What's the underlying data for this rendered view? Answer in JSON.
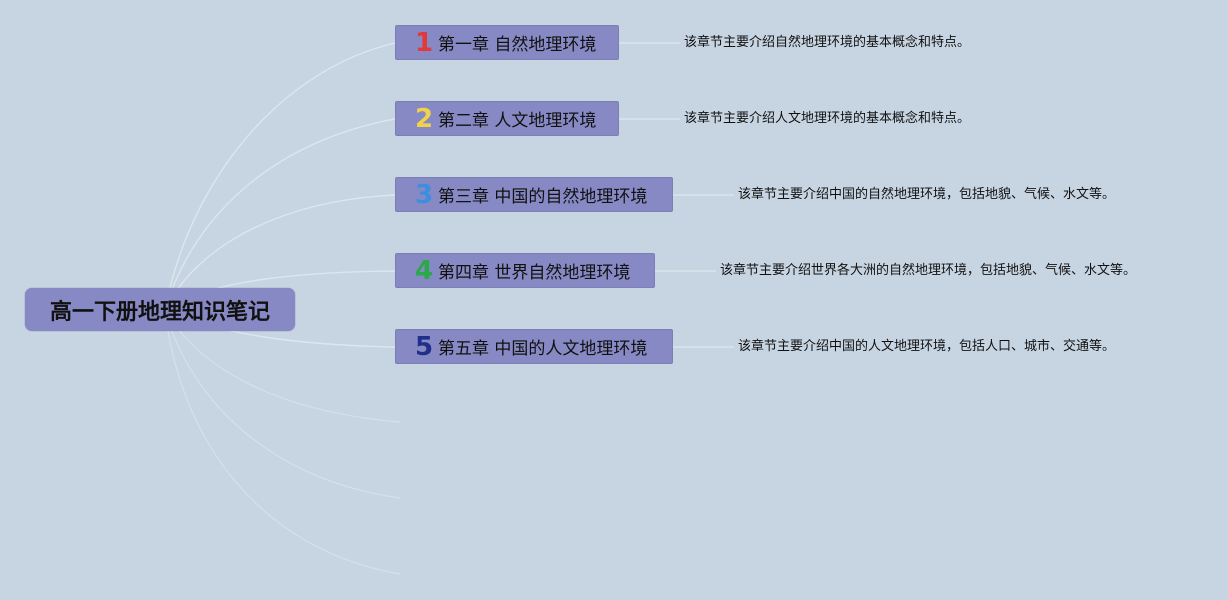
{
  "root": {
    "label": "高一下册地理知识笔记"
  },
  "chapters": [
    {
      "number": "1",
      "label": "第一章 自然地理环境",
      "description": "该章节主要介绍自然地理环境的基本概念和特点。",
      "number_color": "#e03a3a"
    },
    {
      "number": "2",
      "label": "第二章 人文地理环境",
      "description": "该章节主要介绍人文地理环境的基本概念和特点。",
      "number_color": "#f2d24a"
    },
    {
      "number": "3",
      "label": "第三章 中国的自然地理环境",
      "description": "该章节主要介绍中国的自然地理环境，包括地貌、气候、水文等。",
      "number_color": "#3b8fe0"
    },
    {
      "number": "4",
      "label": "第四章 世界自然地理环境",
      "description": "该章节主要介绍世界各大洲的自然地理环境，包括地貌、气候、水文等。",
      "number_color": "#2aa84a"
    },
    {
      "number": "5",
      "label": "第五章 中国的人文地理环境",
      "description": "该章节主要介绍中国的人文地理环境，包括人口、城市、交通等。",
      "number_color": "#1f2f8a"
    }
  ],
  "colors": {
    "background": "#c7d4e1",
    "node_fill": "#8789c4",
    "connector": "#dde6ee"
  }
}
